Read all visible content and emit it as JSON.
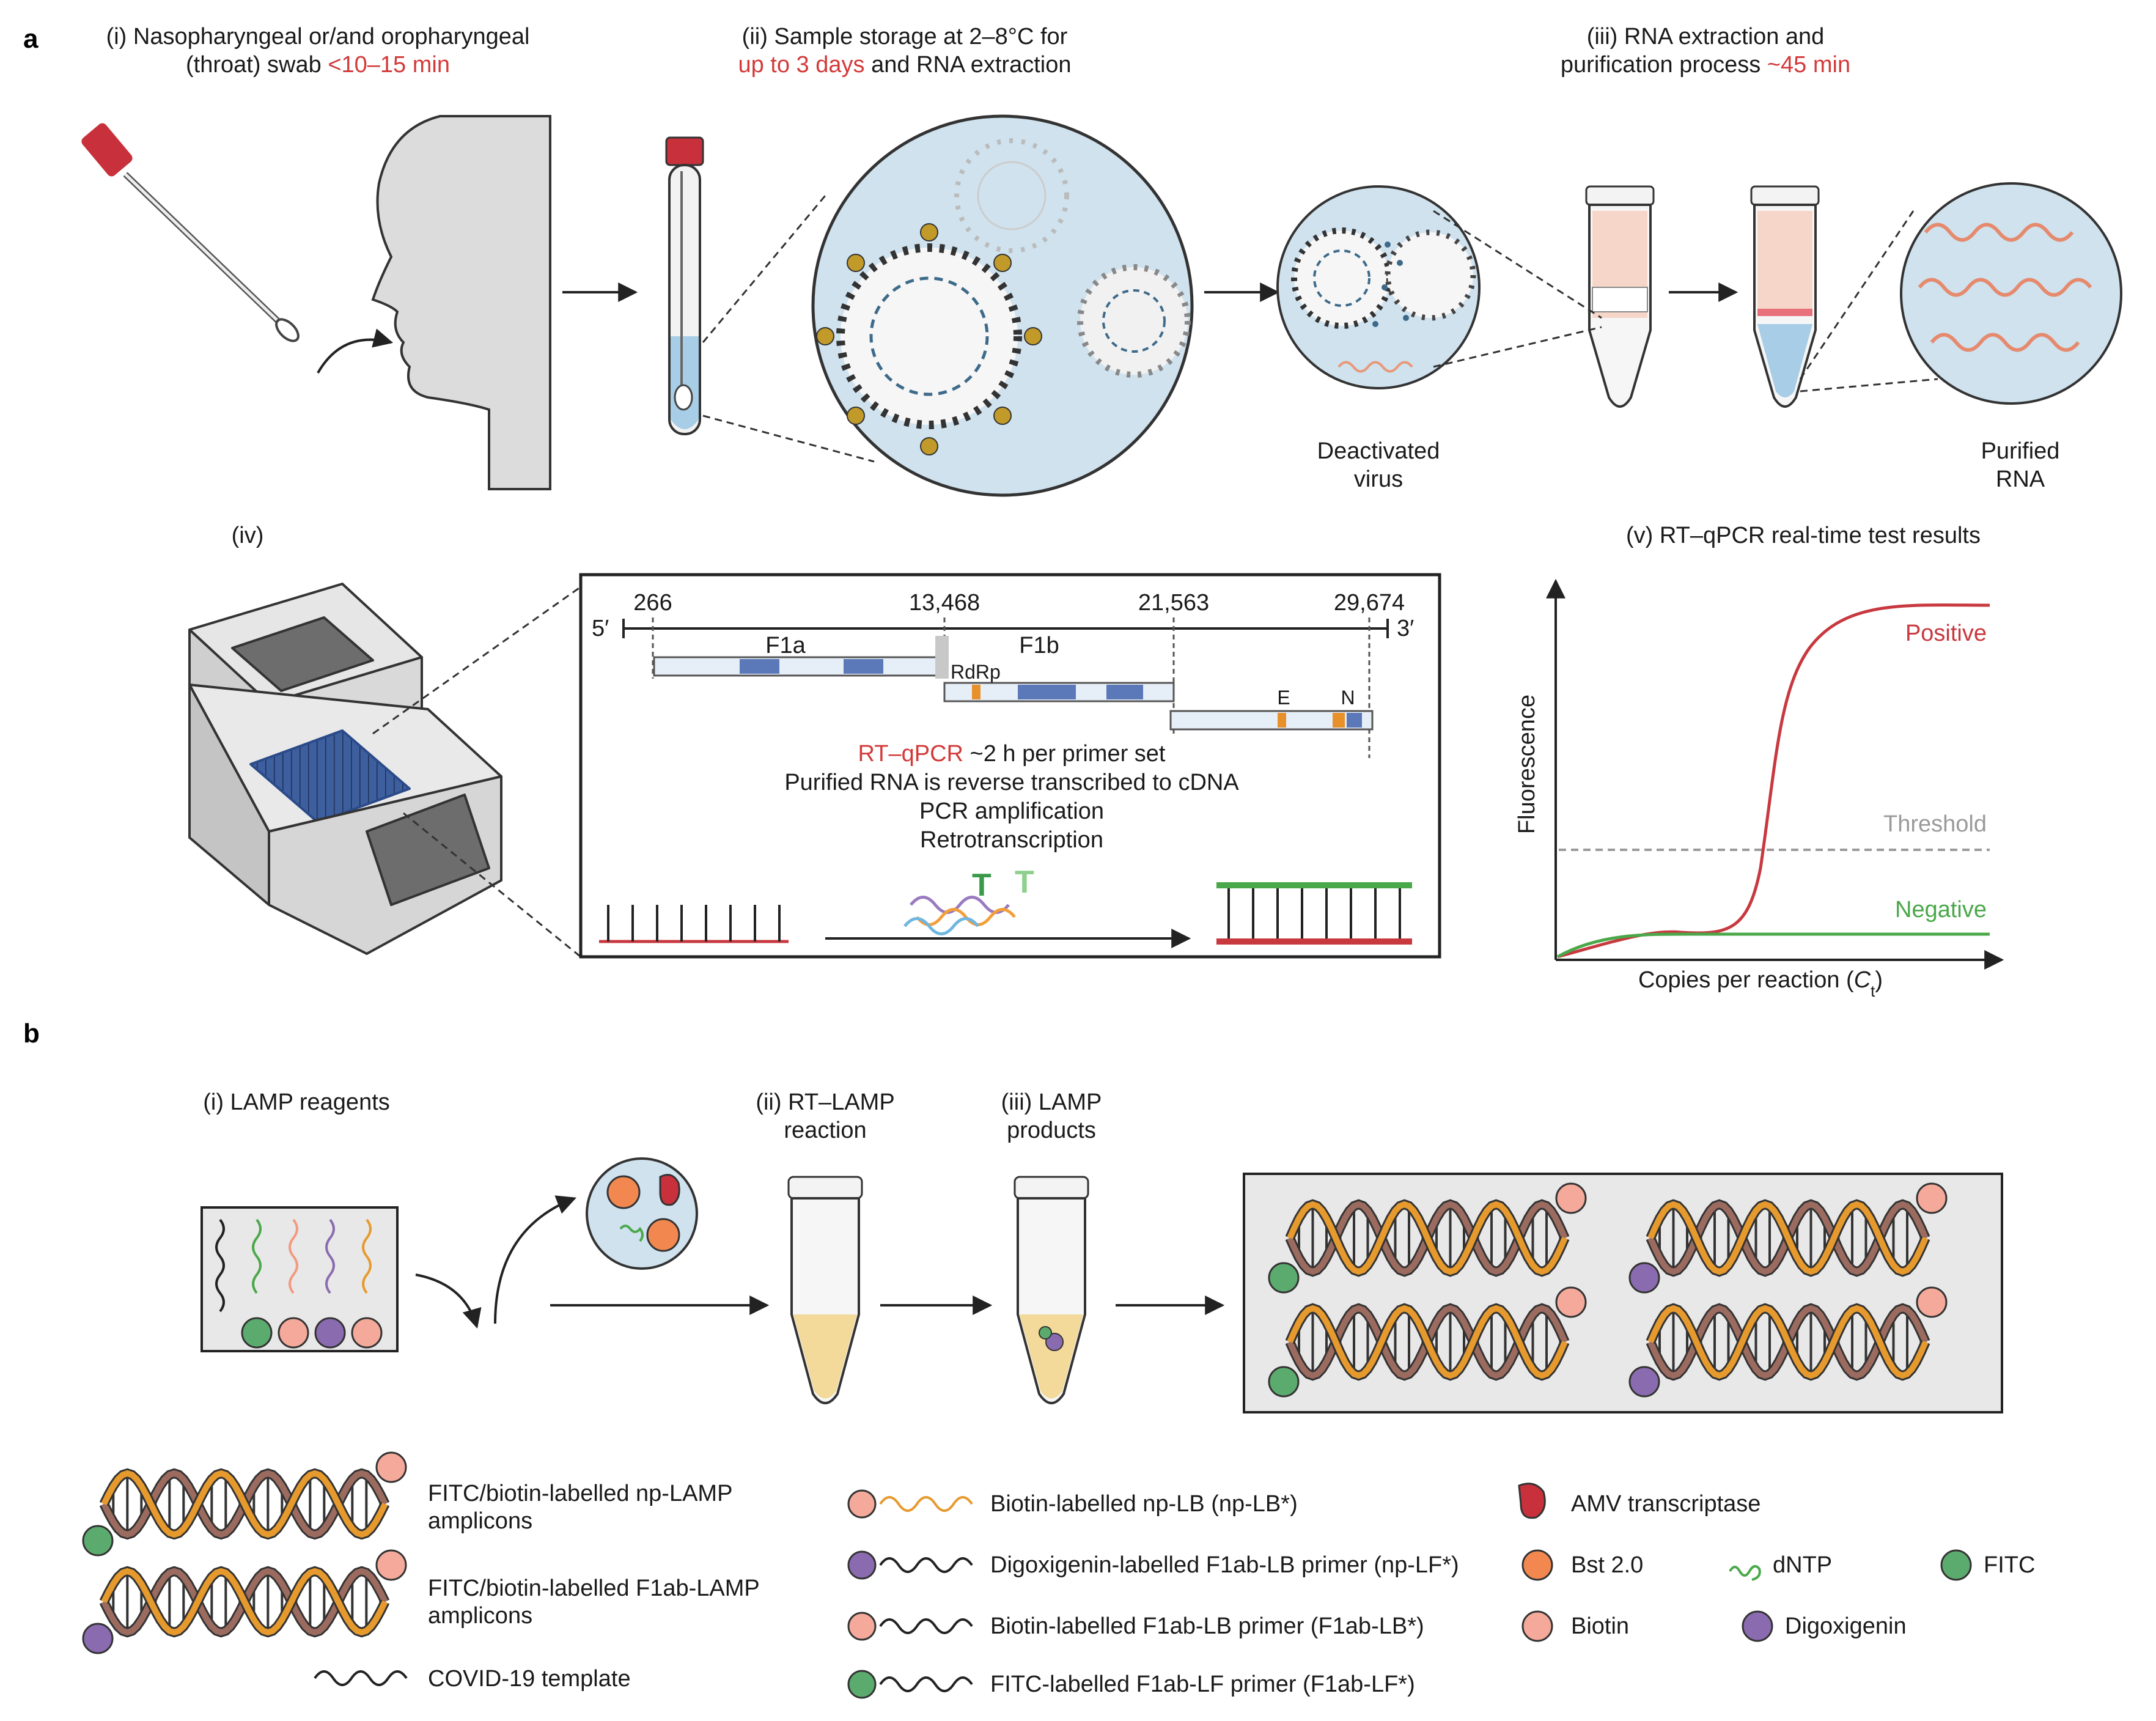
{
  "colors": {
    "accent_red": "#d33a3a",
    "positive_curve": "#c8383f",
    "negative_curve": "#4aa84a",
    "threshold": "#9a9a9a",
    "circle_fill": "#cfe2ee",
    "tube_liquid": "#a8cde6",
    "lamp_liquid": "#f3d99a",
    "dna_orange": "#e69a2e",
    "dna_brown": "#9c6b60",
    "biotin": "#f4a99a",
    "fitc": "#5cab6e",
    "digoxigenin": "#8b6bb0"
  },
  "panel_a": {
    "label": "a",
    "step1": {
      "line1": "(i) Nasopharyngeal or/and oropharyngeal",
      "line2_pre": "(throat) swab ",
      "line2_time": "<10–15 min"
    },
    "step2": {
      "line1": "(ii) Sample storage at 2–8°C for",
      "line2_time": "up to 3 days",
      "line2_post": " and RNA extraction"
    },
    "step3": {
      "line1": "(iii) RNA extraction and",
      "line2_pre": "purification process ",
      "line2_time": "~45 min"
    },
    "deactivated": {
      "line1": "Deactivated",
      "line2": "virus"
    },
    "purified": {
      "line1": "Purified",
      "line2": "RNA"
    },
    "step4_label": "(iv)",
    "genome": {
      "pos1": "266",
      "pos2": "13,468",
      "pos3": "21,563",
      "pos4": "29,674",
      "five": "5′",
      "three": "3′",
      "f1a": "F1a",
      "f1b": "F1b",
      "rdrp": "RdRp",
      "e": "E",
      "n": "N"
    },
    "rtqpcr": {
      "title_red": "RT–qPCR",
      "title_rest": " ~2 h per primer set",
      "line2": "Purified RNA is reverse transcribed to cDNA",
      "line3": "PCR amplification",
      "line4": "Retrotranscription"
    },
    "step5": {
      "title": "(v) RT–qPCR real-time test results",
      "ylabel": "Fluorescence",
      "xlabel_pre": "Copies per reaction (",
      "xlabel_c": "C",
      "xlabel_sub": "t",
      "xlabel_post": ")",
      "positive": "Positive",
      "threshold": "Threshold",
      "negative": "Negative"
    }
  },
  "panel_b": {
    "label": "b",
    "step1": "(i) LAMP reagents",
    "step2": {
      "line1": "(ii) RT–LAMP",
      "line2": "reaction"
    },
    "step3": {
      "line1": "(iii) LAMP",
      "line2": "products"
    }
  },
  "legend": {
    "np_amp": {
      "line1": "FITC/biotin-labelled np-LAMP",
      "line2": "amplicons"
    },
    "f1ab_amp": {
      "line1": "FITC/biotin-labelled F1ab-LAMP",
      "line2": "amplicons"
    },
    "template": "COVID-19 template",
    "np_lb": "Biotin-labelled np-LB (np-LB*)",
    "dig_primer": "Digoxigenin-labelled F1ab-LB primer (np-LF*)",
    "biotin_primer": "Biotin-labelled F1ab-LB primer (F1ab-LB*)",
    "fitc_primer": "FITC-labelled F1ab-LF primer (F1ab-LF*)",
    "amv": "AMV transcriptase",
    "bst": "Bst 2.0",
    "dntp": "dNTP",
    "fitc": "FITC",
    "biotin": "Biotin",
    "digoxigenin": "Digoxigenin"
  }
}
